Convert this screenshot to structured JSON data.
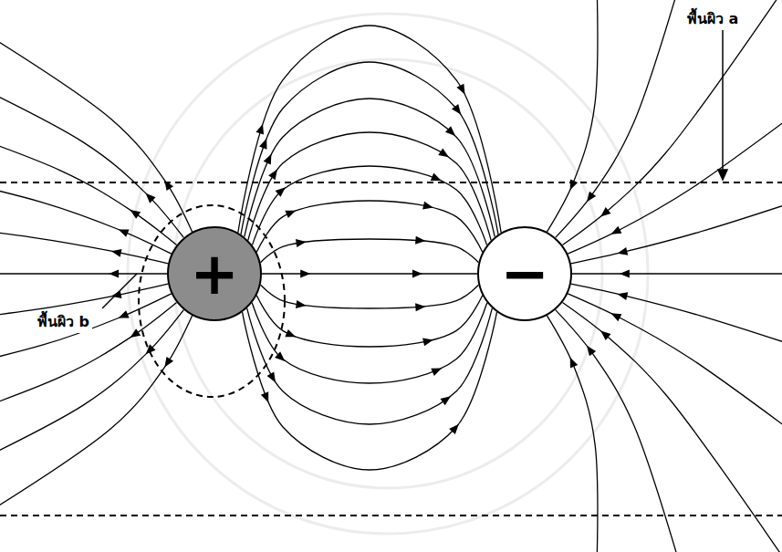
{
  "diagram": {
    "nodes": [
      {
        "text": [
          "+"
        ]
      },
      {
        "text": [
          "−"
        ]
      }
    ],
    "edges": [
      {
        "from": 0,
        "to": 1,
        "arrow": "to"
      },
      {
        "from": 0,
        "to": 1,
        "arrow": "to"
      },
      {
        "from": 0,
        "to": 1,
        "arrow": "to"
      },
      {
        "from": 0,
        "to": 1,
        "arrow": "to"
      },
      {
        "from": 0,
        "to": 1,
        "arrow": "to"
      },
      {
        "from": 0,
        "to": 1,
        "arrow": "to"
      },
      {
        "from": 0,
        "to": 1,
        "arrow": "to"
      },
      {
        "from": 0,
        "to": 1,
        "arrow": "to"
      },
      {
        "from": 0,
        "to": 1,
        "arrow": "to"
      },
      {
        "from": 0,
        "to": 1,
        "arrow": "to"
      },
      {
        "from": 0,
        "to": 1,
        "arrow": "to"
      },
      {
        "from": 0,
        "to": 1,
        "arrow": "to"
      },
      {
        "from": 0,
        "to": 1,
        "arrow": "to"
      }
    ],
    "labels": [
      "พื้นผิว a",
      "พื้นผิว b"
    ]
  }
}
